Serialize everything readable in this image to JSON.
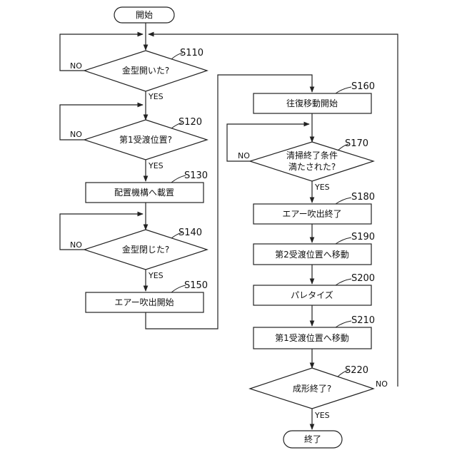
{
  "start": "開始",
  "end": "終了",
  "yes": "YES",
  "no": "NO",
  "steps": {
    "s110": {
      "id": "S110",
      "text": "金型開いた?"
    },
    "s120": {
      "id": "S120",
      "text": "第1受渡位置?"
    },
    "s130": {
      "id": "S130",
      "text": "配置機構へ載置"
    },
    "s140": {
      "id": "S140",
      "text": "金型閉じた?"
    },
    "s150": {
      "id": "S150",
      "text": "エアー吹出開始"
    },
    "s160": {
      "id": "S160",
      "text": "往復移動開始"
    },
    "s170": {
      "id": "S170",
      "text1": "清掃終了条件",
      "text2": "満たされた?"
    },
    "s180": {
      "id": "S180",
      "text": "エアー吹出終了"
    },
    "s190": {
      "id": "S190",
      "text": "第2受渡位置へ移動"
    },
    "s200": {
      "id": "S200",
      "text": "パレタイズ"
    },
    "s210": {
      "id": "S210",
      "text": "第1受渡位置へ移動"
    },
    "s220": {
      "id": "S220",
      "text": "成形終了?"
    }
  }
}
